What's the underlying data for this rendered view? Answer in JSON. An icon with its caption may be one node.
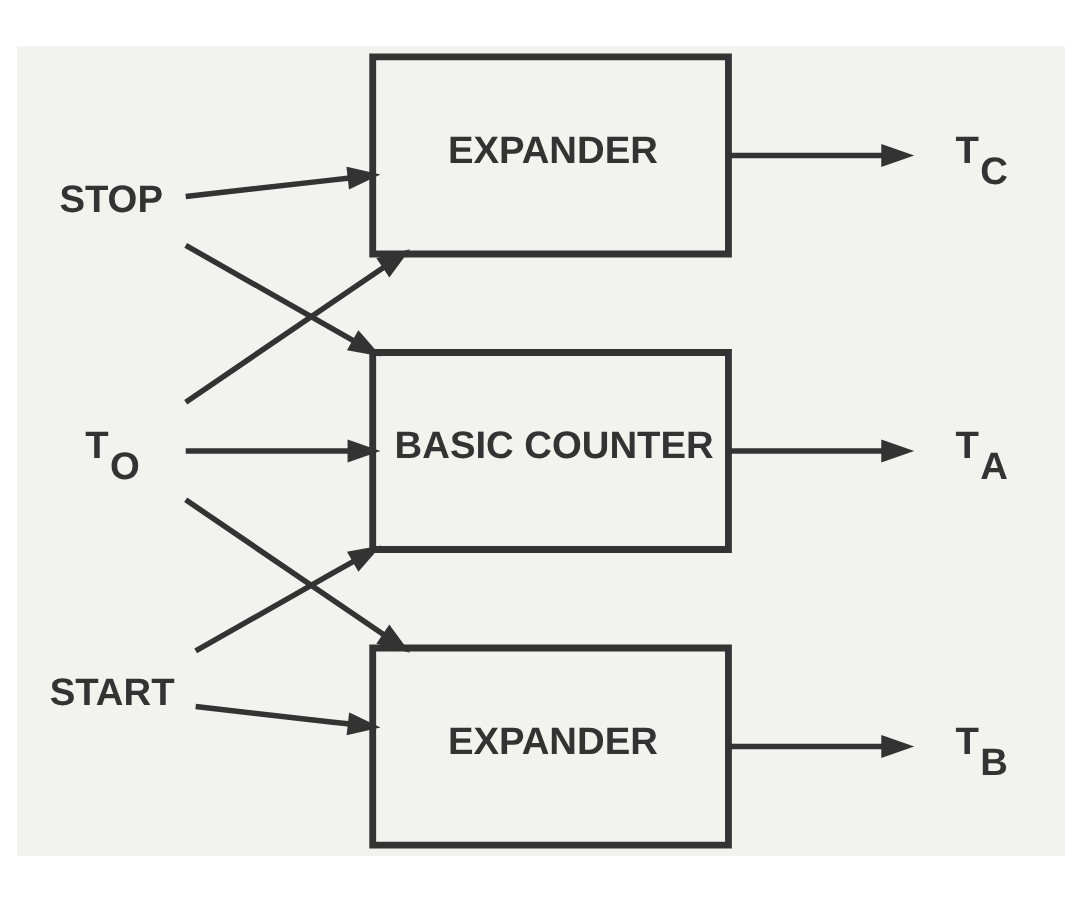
{
  "diagram": {
    "nodes": [
      {
        "text": [
          "START"
        ]
      },
      {
        "text": [
          "STOP"
        ]
      },
      {
        "text": [
          "T$_{O}$"
        ]
      },
      {
        "text": [
          "BASIC COUNTER"
        ]
      },
      {
        "text": [
          "EXPANDER"
        ]
      },
      {
        "text": [
          "EXPANDER"
        ]
      },
      {
        "text": [
          "T$_{A}$"
        ]
      },
      {
        "text": [
          "T$_{B}$"
        ]
      },
      {
        "text": [
          "T$_{C}$"
        ]
      }
    ],
    "edges": [
      {
        "from": 0,
        "to": 3,
        "arrow": "to"
      },
      {
        "from": 0,
        "to": 4,
        "arrow": "to"
      },
      {
        "from": 2,
        "to": 3,
        "arrow": "to"
      },
      {
        "from": 1,
        "to": 3,
        "arrow": "to"
      },
      {
        "from": 2,
        "to": 4,
        "arrow": "to"
      },
      {
        "from": 2,
        "to": 5,
        "arrow": "to"
      },
      {
        "from": 1,
        "to": 5,
        "arrow": "to"
      },
      {
        "from": 3,
        "to": 6,
        "arrow": "to"
      },
      {
        "from": 4,
        "to": 7,
        "arrow": "to"
      },
      {
        "from": 5,
        "to": 8,
        "arrow": "to"
      }
    ]
  }
}
